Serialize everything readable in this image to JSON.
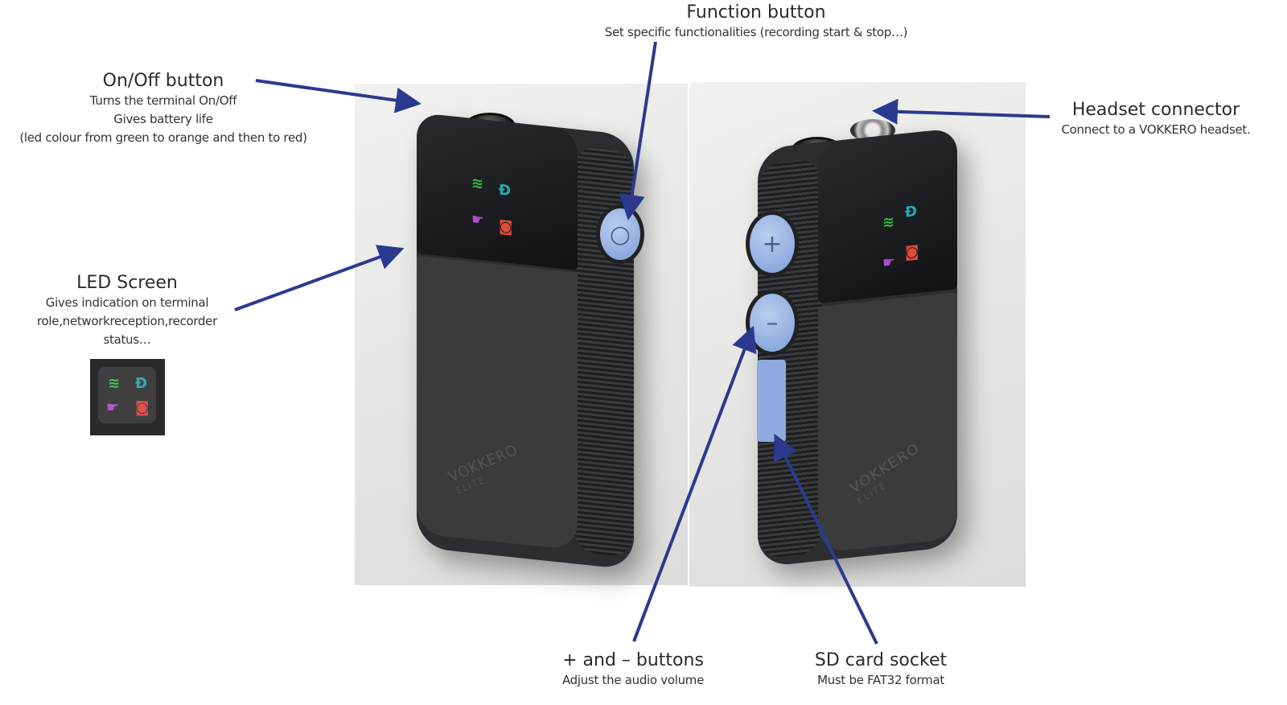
{
  "labels": {
    "onoff": {
      "title": "On/Off button",
      "lines": [
        "Turns the terminal On/Off",
        "Gives battery life",
        "(led colour from green to orange and then to red)"
      ]
    },
    "led": {
      "title": "LED Screen",
      "lines": [
        "Gives indication on terminal",
        "role,networkreception,recorder",
        "status…"
      ]
    },
    "function": {
      "title": "Function button",
      "lines": [
        "Set specific functionalities (recording start & stop…)"
      ]
    },
    "headset": {
      "title": "Headset connector",
      "lines": [
        "Connect to a VOKKERO headset."
      ]
    },
    "volume": {
      "title": "+ and – buttons",
      "lines": [
        "Adjust the audio volume"
      ]
    },
    "sd": {
      "title": "SD card socket",
      "lines": [
        "Must be FAT32 format"
      ]
    }
  },
  "device": {
    "brand": "VOKKERO",
    "model": "ELITE",
    "plus": "+",
    "minus": "–",
    "func": "○"
  },
  "colors": {
    "arrow": "#2b3a8e",
    "button": "#8fabe0"
  }
}
